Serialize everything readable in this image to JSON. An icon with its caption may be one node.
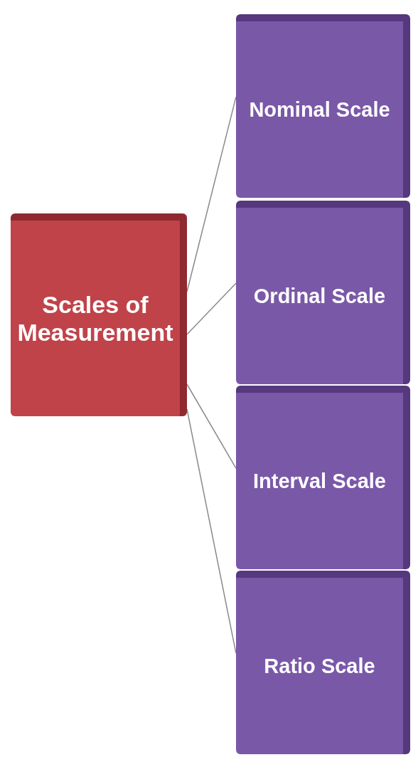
{
  "diagram": {
    "nodes": [
      {
        "text": [
          "Scales of Measurement"
        ]
      },
      {
        "text": [
          "Nominal Scale"
        ]
      },
      {
        "text": [
          "Ordinal Scale"
        ]
      },
      {
        "text": [
          "Interval Scale"
        ]
      },
      {
        "text": [
          "Ratio Scale"
        ]
      }
    ],
    "edges": [
      {
        "from": 0,
        "to": 1,
        "arrow": "none"
      },
      {
        "from": 0,
        "to": 2,
        "arrow": "none"
      },
      {
        "from": 0,
        "to": 3,
        "arrow": "none"
      },
      {
        "from": 0,
        "to": 4,
        "arrow": "none"
      }
    ]
  }
}
